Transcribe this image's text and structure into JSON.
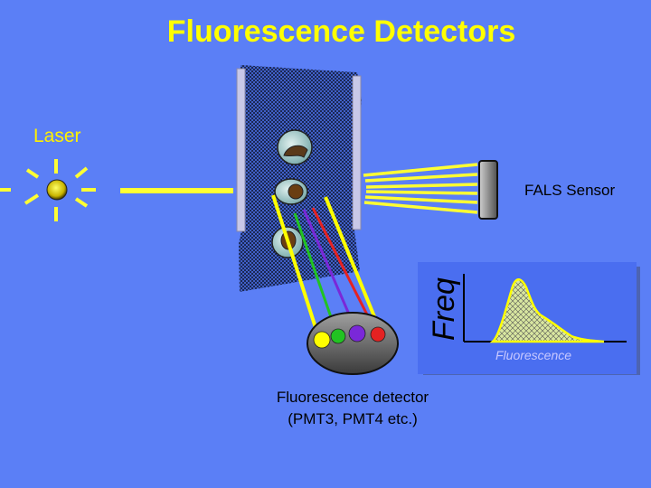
{
  "title": "Fluorescence Detectors",
  "laser_label": "Laser",
  "fals_label": "FALS Sensor",
  "detector_label_line1": "Fluorescence detector",
  "detector_label_line2": "(PMT3, PMT4 etc.)",
  "histogram": {
    "y_label": "Freq",
    "x_label": "Fluorescence"
  },
  "colors": {
    "background": "#5b7ff6",
    "title": "#ffff00",
    "beam": "#ffff33",
    "green_ray": "#22c322",
    "purple_ray": "#7a28d8",
    "red_ray": "#e52222",
    "yellow_ray": "#ffff00"
  },
  "icons": [
    "laser-source-icon",
    "flow-cell",
    "cell-icon",
    "fals-sensor-icon",
    "pmt-detector-icon"
  ]
}
